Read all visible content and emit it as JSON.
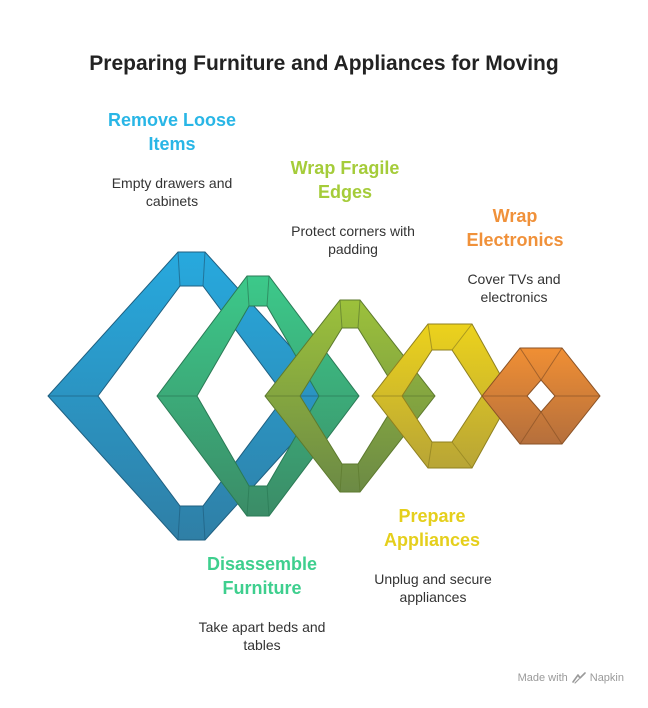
{
  "title": "Preparing Furniture and Appliances for Moving",
  "steps": [
    {
      "title": "Remove Loose Items",
      "desc": "Empty drawers and cabinets",
      "color": "#29b6e6"
    },
    {
      "title": "Wrap Fragile Edges",
      "desc": "Protect corners with padding",
      "color": "#a5cc3a"
    },
    {
      "title": "Wrap Electronics",
      "desc": "Cover TVs and electronics",
      "color": "#f0913a"
    },
    {
      "title": "Disassemble Furniture",
      "desc": "Take apart beds and tables",
      "color": "#3ecf8e"
    },
    {
      "title": "Prepare Appliances",
      "desc": "Unplug and secure appliances",
      "color": "#e5cf1c"
    }
  ],
  "footer": {
    "made_with": "Made with",
    "brand": "Napkin",
    "icon": "napkin-logo-icon"
  }
}
